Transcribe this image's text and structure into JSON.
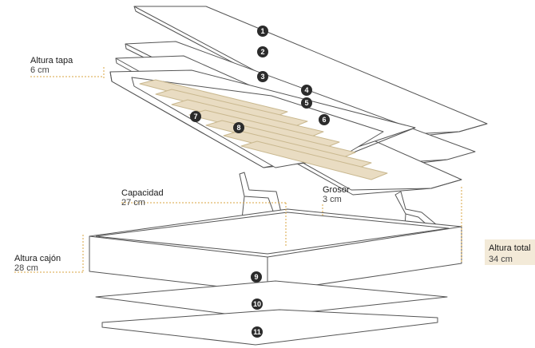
{
  "labels": {
    "altura_tapa": {
      "title": "Altura tapa",
      "value": "6 cm"
    },
    "capacidad": {
      "title": "Capacidad",
      "value": "27 cm"
    },
    "grosor": {
      "title": "Grosor",
      "value": "3 cm"
    },
    "altura_cajon": {
      "title": "Altura cajón",
      "value": "28 cm"
    },
    "altura_total": {
      "title": "Altura total",
      "value": "34 cm"
    }
  },
  "badges": [
    "1",
    "2",
    "3",
    "4",
    "5",
    "6",
    "7",
    "8",
    "9",
    "10",
    "11"
  ],
  "colors": {
    "line": "#555555",
    "slat": "#e9dcc2",
    "dimension": "#d9a441",
    "badge": "#2b2b2b",
    "highlight_box": "#f3ead8"
  }
}
